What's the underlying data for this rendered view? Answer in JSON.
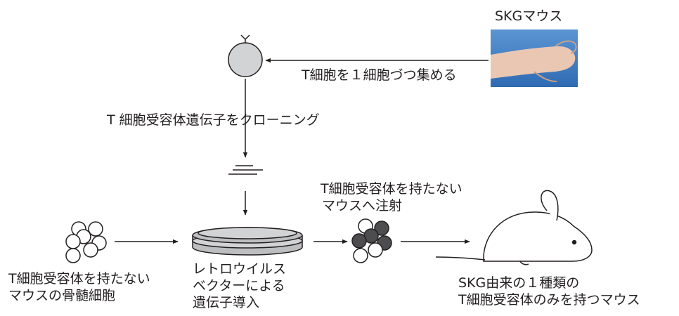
{
  "labels": {
    "skg_mouse": "SKGマウス",
    "collect_t_cells": "T細胞を１細胞づつ集める",
    "cloning": "T 細胞受容体遺伝子をクローニング",
    "inject_line1": "T細胞受容体を持たない",
    "inject_line2": "マウスへ注射",
    "bone_marrow_line1": "T細胞受容体を持たない",
    "bone_marrow_line2": "マウスの骨髄細胞",
    "retro_line1": "レトロウイルス",
    "retro_line2": "ベクターによる",
    "retro_line3": "遺伝子導入",
    "result_line1": "SKG由来の１種類の",
    "result_line2": "T細胞受容体のみを持つマウス"
  },
  "colors": {
    "line": "#231f20",
    "cell_fill": "#d1d3d4",
    "dark_cell": "#4d4d4f",
    "dish_fill": "#bcbec0",
    "photo_bg": "#3f7fc6",
    "photo_skin": "#e9c7b2"
  }
}
